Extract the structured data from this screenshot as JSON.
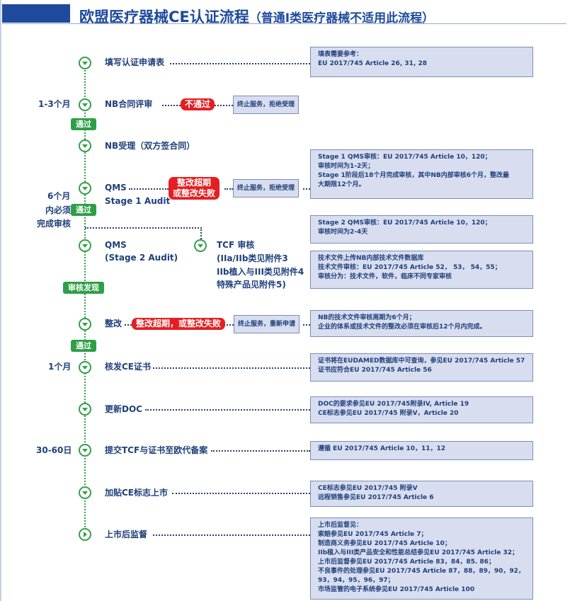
{
  "title": {
    "main": "欧盟医疗器械CE认证流程",
    "sub": "（普通I类医疗器械不适用此流程）"
  },
  "colors": {
    "brand": "#1e4a9c",
    "green": "#2e9e47",
    "red": "#e41e22",
    "box": "#d8def0"
  },
  "steps": {
    "s1": "填写认证申请表",
    "s2": "NB合同评审",
    "s3": "NB受理（双方签合同）",
    "s4a": "QMS",
    "s4b": "Stage 1 Audit",
    "s5a": "QMS",
    "s5b": "(Stage 2 Audit)",
    "tcf1": "TCF 审核",
    "tcf2": "(IIa/IIb类见附件3",
    "tcf3": "IIb植入与III类见附件4",
    "tcf4": "特殊产品见附件5)",
    "s6": "整改",
    "s7": "核发CE证书",
    "s8": "更新DOC",
    "s9": "提交TCF与证书至欧代备案",
    "s10": "加贴CE标志上市",
    "s11": "上市后监督"
  },
  "time_labels": {
    "t1": "1-3个月",
    "t2a": "6个月",
    "t2b": "内必须",
    "t2c": "完成审核",
    "t3": "1个月",
    "t4": "30-60日"
  },
  "tags": {
    "pass1": "通过",
    "pass2": "通过",
    "found": "审核发现",
    "pass3": "通过",
    "fail": "不通过",
    "overdue1a": "整改超期",
    "overdue1b": "或整改失败",
    "overdue2": "整改超期，或整改失败"
  },
  "outcomes": {
    "o1": "终止服务，拒绝受理",
    "o2": "终止服务，拒绝受理",
    "o3": "终止服务，重新申请"
  },
  "notes": {
    "n1": [
      "填表需要参考：",
      "EU 2017/745 Article 26, 31, 28"
    ],
    "n2": [
      "Stage 1 QMS审核：EU 2017/745 Article 10，120；",
      "审核时间为1-2天；",
      "Stage 1阶段后18个月完成审核，其中NB内部审核6个月，整改最",
      "大期限12个月。"
    ],
    "n3": [
      "Stage 2 QMS审核：EU 2017/745 Article 10，120；",
      "审核时间为2-4天"
    ],
    "n4": [
      "技术文件上传NB内部技术文件数据库",
      "技术文件审核：EU 2017/745 Article 52， 53， 54，55；",
      "审核分为：技术文件，软件，临床不同专家审核"
    ],
    "n5": [
      "NB的技术文件审核周期为6个月；",
      "企业的体系或技术文件的整改必须在审核后12个月内完成。"
    ],
    "n6": [
      "证书将在EUDAMED数据库中可查询，参见EU 2017/745 Article 57",
      "证书应符合EU 2017/745 Article 56"
    ],
    "n7": [
      "DOC的要求参见EU 2017/745附录IV, Article 19",
      "CE标志参见EU 2017/745 附录V，Article 20"
    ],
    "n8": [
      "遵循 EU 2017/745 Article 10，11，12"
    ],
    "n9": [
      "CE标志参见EU 2017/745 附录V",
      "远程销售参见EU 2017/745 Article 6"
    ],
    "n10": [
      "上市后监督见：",
      "索赔参见EU 2017/745 Article 7；",
      "制造商义务参见EU 2017/745 Article 10；",
      "IIb植入与III类产品安全和性能总结参见EU 2017/745 Article 32；",
      "上市后监督参见EU 2017/745 Article 83，84，85. 86；",
      "不良事件的处理参见EU 2017/745 Article 87，88，89，90，92，",
      "93，94，95，96，97；",
      "市场监管的电子系统参见EU 2017/745 Article 100"
    ]
  }
}
